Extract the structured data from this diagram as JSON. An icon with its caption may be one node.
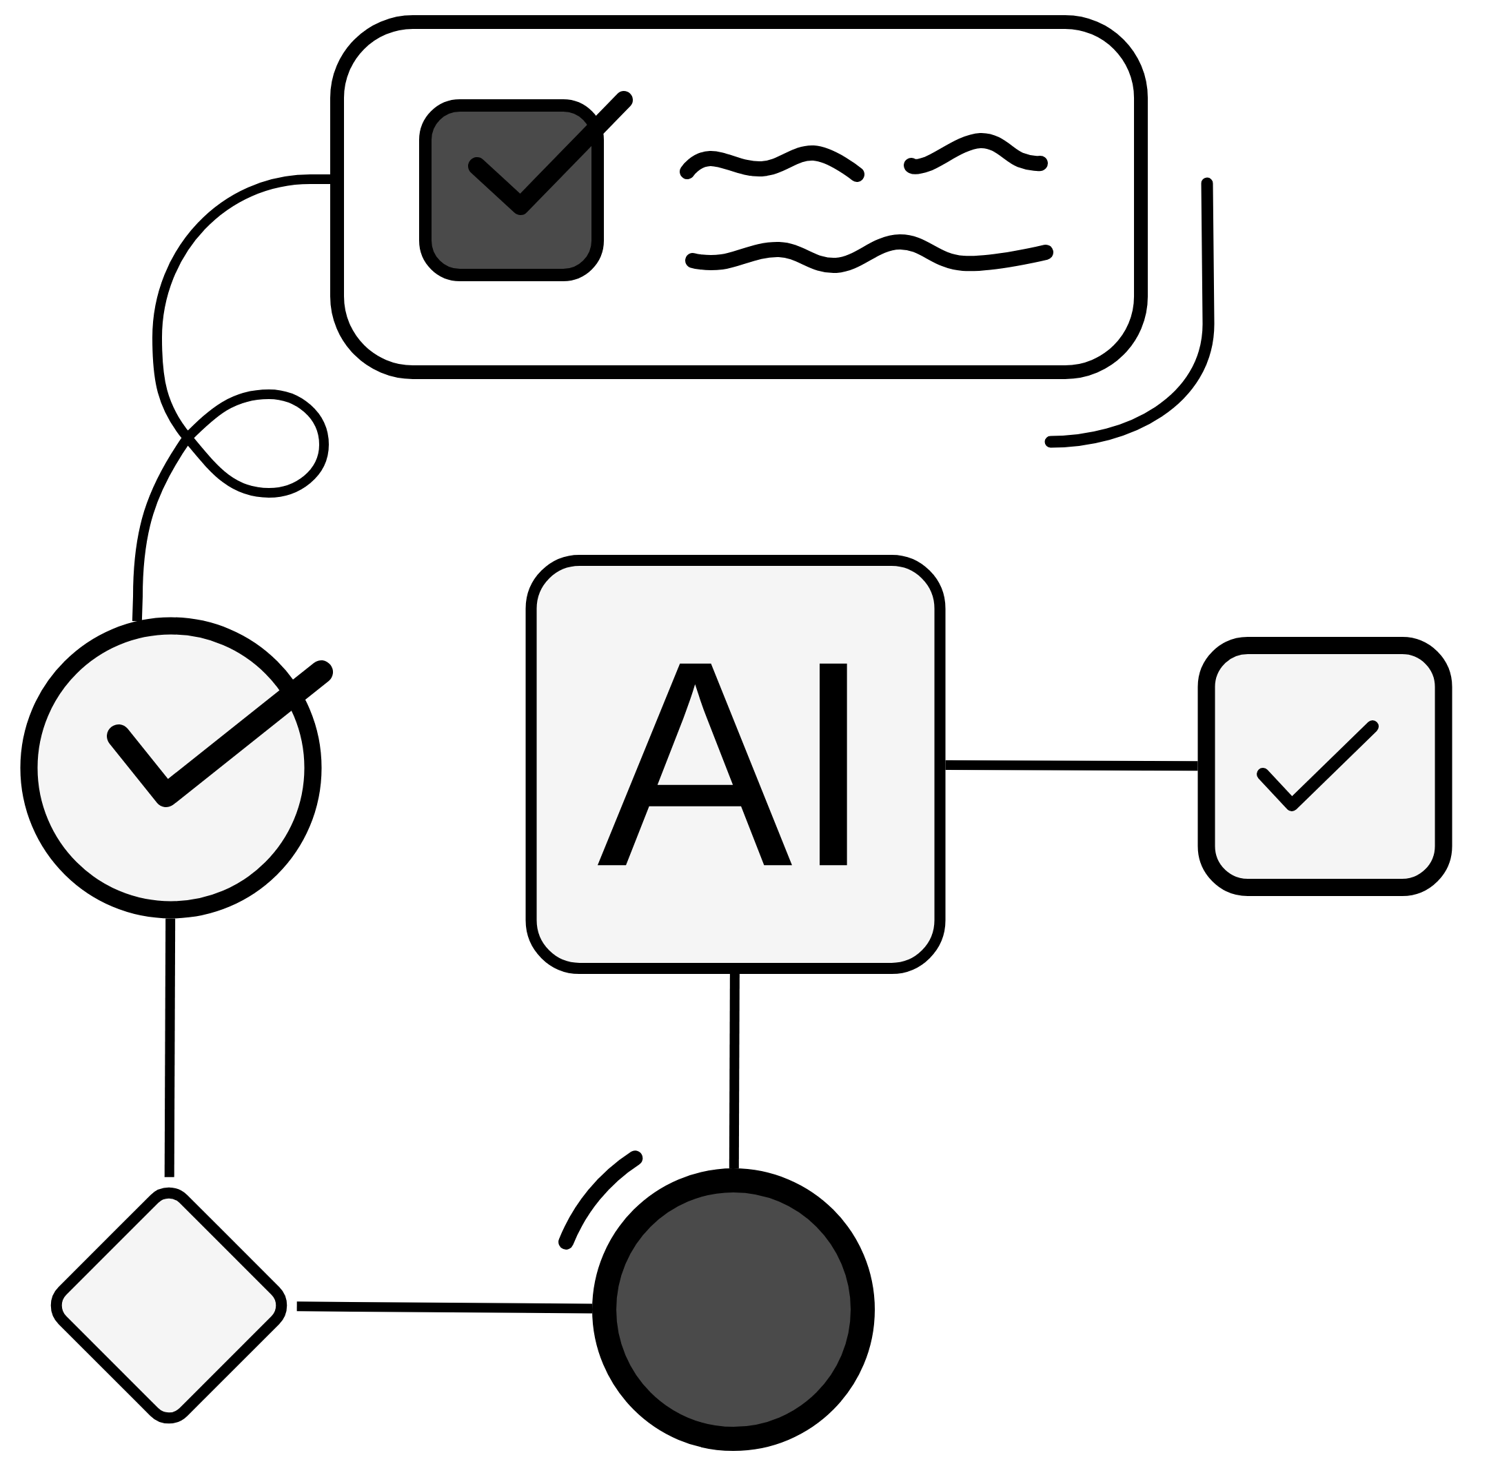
{
  "diagram": {
    "nodes": [
      {
        "text": [],
        "shape": "box"
      },
      {
        "text": [],
        "shape": "circle"
      },
      {
        "text": [
          "AI"
        ]
      },
      {
        "text": [],
        "shape": "box"
      },
      {
        "text": [],
        "shape": "diamond"
      },
      {
        "text": [],
        "shape": "circle"
      }
    ],
    "edges": [
      {
        "from": 0,
        "to": 1,
        "arrow": "none"
      },
      {
        "from": 2,
        "to": 3,
        "arrow": "none"
      },
      {
        "from": 1,
        "to": 4,
        "arrow": "none"
      },
      {
        "from": 4,
        "to": 5,
        "arrow": "none"
      },
      {
        "from": 2,
        "to": 5,
        "arrow": "none"
      }
    ]
  }
}
